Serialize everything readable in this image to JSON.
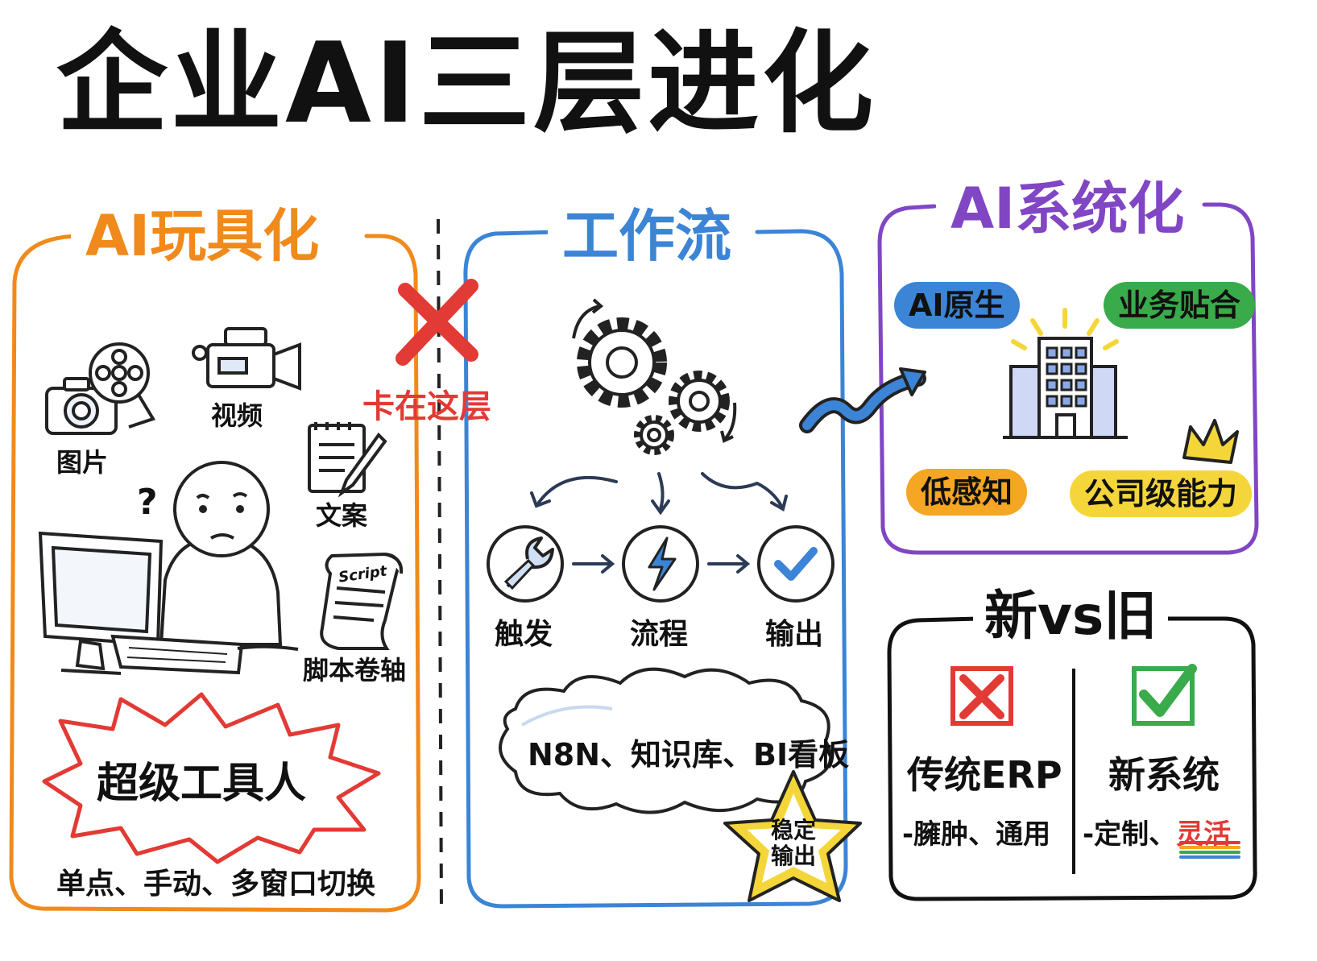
{
  "title": "企业AI三层进化",
  "colors": {
    "orange": "#f08a1c",
    "blue": "#3b84d6",
    "purple": "#8046c4",
    "red": "#e23a34",
    "green": "#3aab4a",
    "yellow": "#f5d63a"
  },
  "toy": {
    "title": "AI玩具化",
    "items": [
      "图片",
      "视频",
      "文案",
      "脚本卷轴"
    ],
    "script_word": "Script",
    "question_mark": "?",
    "burst_label": "超级工具人",
    "footer": "单点、手动、多窗口切换"
  },
  "stuck": {
    "label": "卡在这层"
  },
  "workflow": {
    "title": "工作流",
    "steps": [
      "触发",
      "流程",
      "输出"
    ],
    "cloud_text": "N8N、知识库、BI看板",
    "star_text": [
      "稳定",
      "输出"
    ]
  },
  "system": {
    "title": "AI系统化",
    "tags": [
      "AI原生",
      "业务贴合",
      "低感知",
      "公司级能力"
    ]
  },
  "compare": {
    "title": "新vs旧",
    "old": {
      "name": "传统ERP",
      "desc": "-臃肿、通用"
    },
    "new": {
      "name": "新系统",
      "desc_prefix": "-定制、",
      "desc_highlight": "灵活"
    }
  },
  "icons": [
    "camera-icon",
    "film-reel-icon",
    "video-camera-icon",
    "notepad-pencil-icon",
    "script-scroll-icon",
    "confused-person-icon",
    "computer-icon",
    "red-x-icon",
    "gears-icon",
    "wrench-icon",
    "lightning-icon",
    "check-icon",
    "growth-arrow-icon",
    "building-icon",
    "crown-icon",
    "star-icon",
    "cloud-icon"
  ]
}
